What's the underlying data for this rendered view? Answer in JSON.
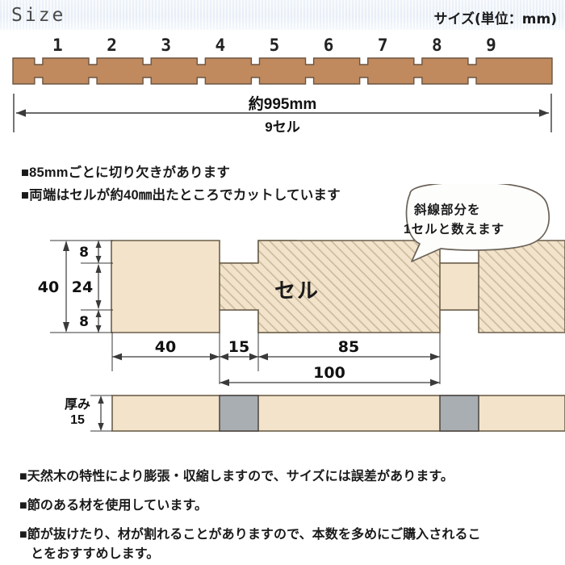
{
  "header": {
    "title": "Size",
    "unit_note": "サイズ(単位：mm)"
  },
  "cell_numbers": [
    "1",
    "2",
    "3",
    "4",
    "5",
    "6",
    "7",
    "8",
    "9"
  ],
  "overall": {
    "length_label": "約995mm",
    "cells_label": "9セル"
  },
  "notes_upper": [
    "■85mmごとに切り欠きがあります",
    "■両端はセルが約40㎜出たところでカットしています"
  ],
  "callout": {
    "line1": "斜線部分を",
    "line2": "1セルと数えます"
  },
  "diagram": {
    "cell_label": "セル",
    "vertical": {
      "total": "40",
      "top_notch": "8",
      "middle": "24",
      "bottom_notch": "8"
    },
    "horizontal": {
      "end_length": "40",
      "notch_width": "15",
      "cell_pitch": "85",
      "total_pitch": "100"
    }
  },
  "thickness": {
    "label": "厚み",
    "value": "15"
  },
  "notes_bottom": [
    "■天然木の特性により膨張・収縮しますので、サイズには誤差があります。",
    "■節のある材を使用しています。",
    "■節が抜けたり、材が割れることがありますので、本数を多めにご購入されるこ",
    "とをおすすめします。"
  ],
  "colors": {
    "plank_brown": "#c08a5e",
    "plank_outline": "#6b5442",
    "cream": "#f3e3ca",
    "cream_outline": "#6b5f4a",
    "gray_block": "#a8aeb2",
    "header_text": "#4a4a4a",
    "dimension_line": "#3a3a3a"
  }
}
